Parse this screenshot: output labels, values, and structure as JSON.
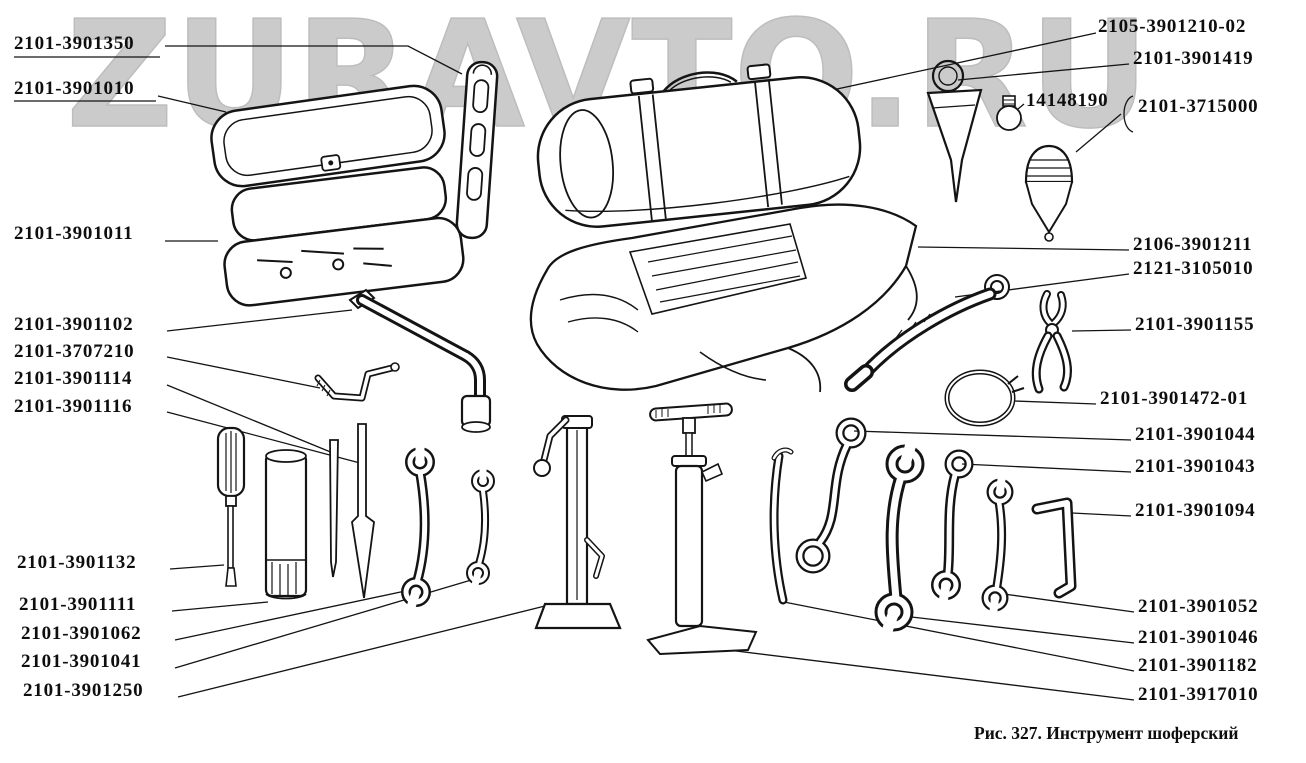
{
  "watermark": "ZURAVTO.RU",
  "caption": "Рис. 327. Инструмент шоферский",
  "colors": {
    "ink": "#141414",
    "watermark": "#cbcbcb",
    "background": "#ffffff"
  },
  "part_labels": {
    "left": [
      "2101-3901350",
      "2101-3901010",
      "2101-3901011",
      "2101-3901102",
      "2101-3707210",
      "2101-3901114",
      "2101-3901116",
      "2101-3901132",
      "2101-3901111",
      "2101-3901062",
      "2101-3901041",
      "2101-3901250"
    ],
    "right": [
      "2105-3901210-02",
      "2101-3901419",
      "14148190",
      "2101-3715000",
      "2106-3901211",
      "2121-3105010",
      "2101-3901155",
      "2101-3901472-01",
      "2101-3901044",
      "2101-3901043",
      "2101-3901094",
      "2101-3901052",
      "2101-3901046",
      "2101-3901182",
      "2101-3917010"
    ]
  }
}
